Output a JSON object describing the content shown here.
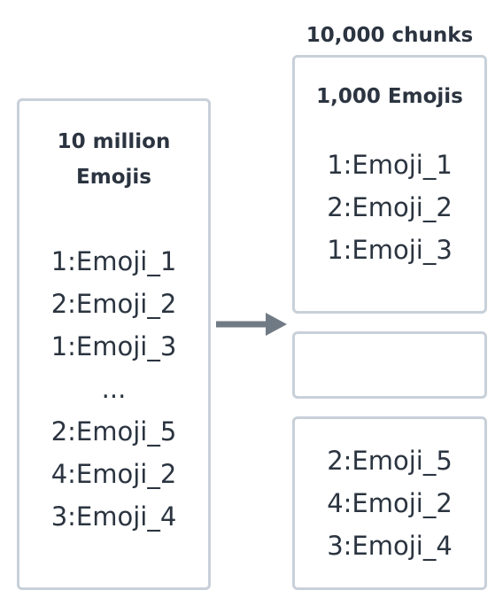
{
  "source": {
    "title_line1": "10 million",
    "title_line2": "Emojis",
    "items": [
      "1:Emoji_1",
      "2:Emoji_2",
      "1:Emoji_3",
      "...",
      "2:Emoji_5",
      "4:Emoji_2",
      "3:Emoji_4"
    ]
  },
  "chunks": {
    "label": "10,000 chunks",
    "first": {
      "title": "1,000 Emojis",
      "items": [
        "1:Emoji_1",
        "2:Emoji_2",
        "1:Emoji_3"
      ]
    },
    "last": {
      "items": [
        "2:Emoji_5",
        "4:Emoji_2",
        "3:Emoji_4"
      ]
    }
  },
  "colors": {
    "border": "#c8d0d9",
    "arrow": "#707a84",
    "text": "#2b3440"
  }
}
